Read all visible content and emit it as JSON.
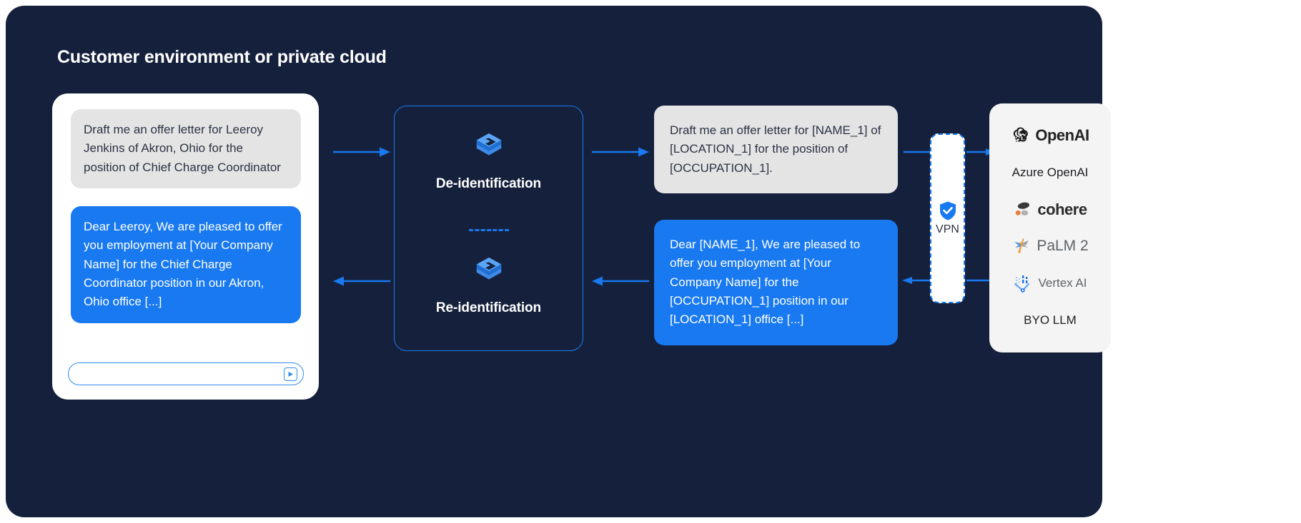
{
  "diagram": {
    "title": "Customer environment or private cloud",
    "background_color": "#15213c",
    "accent_color": "#1879f0"
  },
  "chat_app": {
    "name": "chat-application",
    "messages": [
      {
        "role": "user",
        "style": "grey",
        "text": "Draft me an offer letter for Leeroy Jenkins of Akron, Ohio for the position of Chief Charge Coordinator"
      },
      {
        "role": "assistant",
        "style": "blue",
        "text": "Dear Leeroy, We are pleased to offer you employment at [Your Company Name] for the Chief Charge Coordinator position in our Akron, Ohio office [...]"
      }
    ],
    "composer": {
      "value": "",
      "placeholder": "",
      "send_icon": "send-icon"
    }
  },
  "processing": {
    "steps": [
      {
        "icon": "layers-stack-icon",
        "label": "De-identification"
      },
      {
        "icon": "layers-stack-icon",
        "label": "Re-identification"
      }
    ],
    "divider": "dashed-divider"
  },
  "deidentified": {
    "messages": [
      {
        "style": "grey",
        "text": "Draft me an offer letter for [NAME_1] of [LOCATION_1] for the position of [OCCUPATION_1]."
      },
      {
        "style": "blue",
        "text": "Dear [NAME_1], We are pleased to offer you employment at [Your Company Name] for the [OCCUPATION_1] position in our [LOCATION_1] office [...]"
      }
    ]
  },
  "vpn": {
    "label": "VPN",
    "icon": "shield-check-icon"
  },
  "llm_providers": {
    "items": [
      {
        "icon": "openai-logo-icon",
        "label": "OpenAI",
        "style": "openai"
      },
      {
        "icon": "",
        "label": "Azure OpenAI",
        "style": "plain"
      },
      {
        "icon": "cohere-logo-icon",
        "label": "cohere",
        "style": "cohere"
      },
      {
        "icon": "palm-logo-icon",
        "label": "PaLM 2",
        "style": "palm"
      },
      {
        "icon": "vertex-ai-logo-icon",
        "label": "Vertex AI",
        "style": "vertex"
      },
      {
        "icon": "",
        "label": "BYO LLM",
        "style": "plain"
      }
    ]
  },
  "arrows": {
    "flow_forward": "arrow-right",
    "flow_return": "arrow-left"
  }
}
